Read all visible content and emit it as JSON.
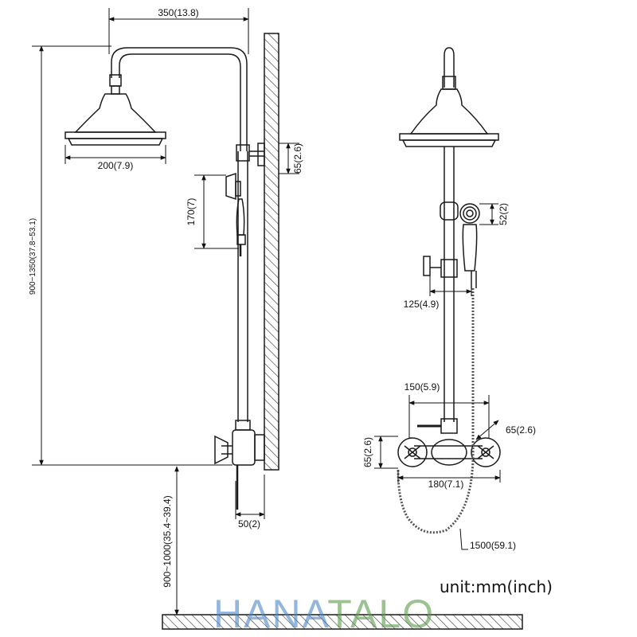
{
  "dimensions": {
    "head_width_top": "350(13.8)",
    "head_diameter": "200(7.9)",
    "bracket_height": "65(2.6)",
    "holder_height": "170(7)",
    "total_height": "900~1350(37.8~53.1)",
    "wall_offset": "50(2)",
    "floor_height": "900~1000(35.4~39.4)",
    "hand_shower": "52(2)",
    "diverter_arm": "125(4.9)",
    "mixer_spacing": "150(5.9)",
    "handle_size": "65(2.6)",
    "mixer_height": "65(2.6)",
    "mixer_width": "180(7.1)",
    "hose_length": "1500(59.1)"
  },
  "unit_label": "unit:mm(inch)",
  "watermark": {
    "part1": "HANA",
    "part2": "TALO",
    "color1": "#4a86c8",
    "color2": "#5a9a4a"
  },
  "colors": {
    "line": "#1a1a1a",
    "hatch": "#333333"
  }
}
